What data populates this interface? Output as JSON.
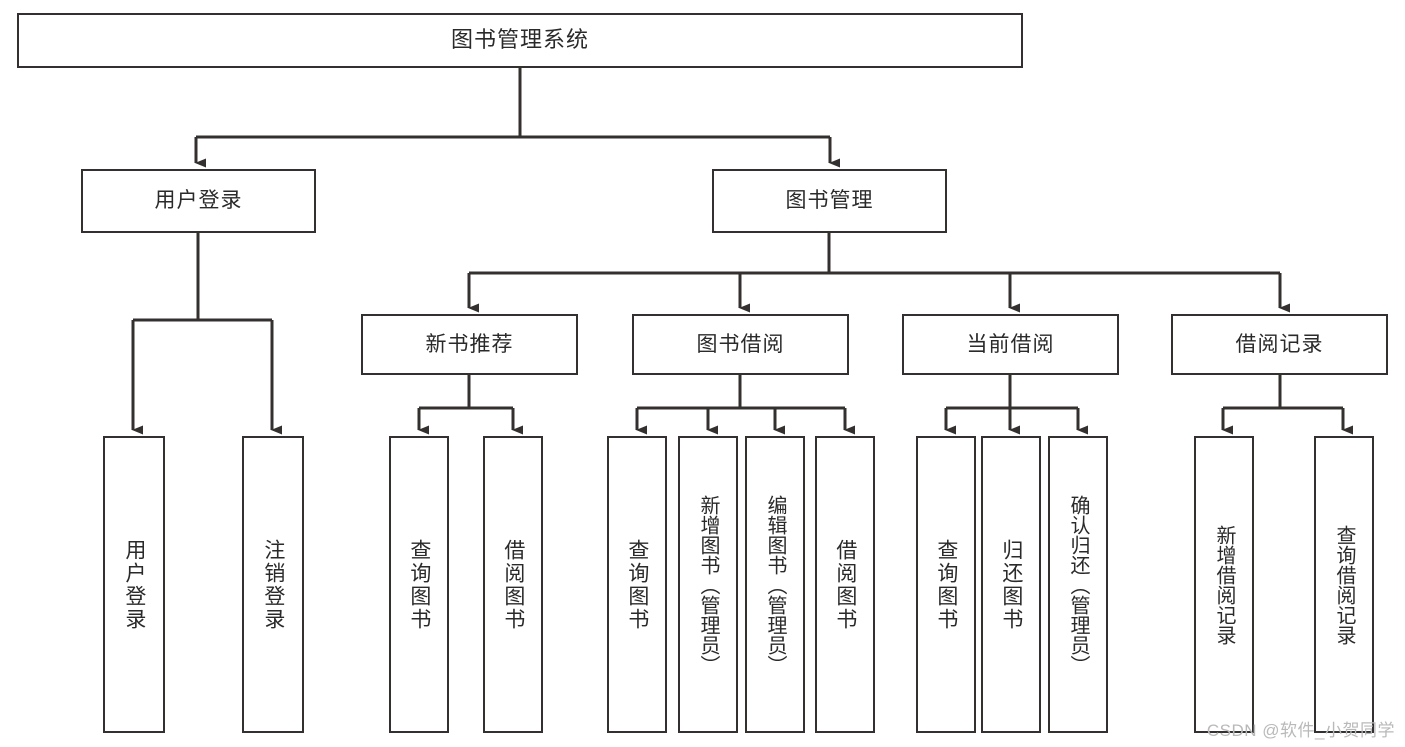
{
  "diagram": {
    "type": "tree",
    "title": "图书管理系统",
    "watermark": "CSDN @软件_小贺同学",
    "colors": {
      "stroke": "#33302f",
      "text": "#2a2a2a",
      "background": "#ffffff",
      "watermark": "#b9b9b9"
    },
    "nodes": {
      "root": {
        "label": "图书管理系统"
      },
      "level2": [
        {
          "id": "user-login",
          "label": "用户登录"
        },
        {
          "id": "book-manage",
          "label": "图书管理"
        }
      ],
      "level3": [
        {
          "id": "new-book-recommend",
          "label": "新书推荐"
        },
        {
          "id": "book-borrow",
          "label": "图书借阅"
        },
        {
          "id": "current-borrow",
          "label": "当前借阅"
        },
        {
          "id": "borrow-record",
          "label": "借阅记录"
        }
      ],
      "leaves": [
        {
          "id": "leaf-user-login",
          "label": "用户登录",
          "parent": "user-login"
        },
        {
          "id": "leaf-user-logout",
          "label": "注销登录",
          "parent": "user-login"
        },
        {
          "id": "leaf-query-book-1",
          "label": "查询图书",
          "parent": "new-book-recommend"
        },
        {
          "id": "leaf-borrow-book-1",
          "label": "借阅图书",
          "parent": "new-book-recommend"
        },
        {
          "id": "leaf-query-book-2",
          "label": "查询图书",
          "parent": "book-borrow"
        },
        {
          "id": "leaf-add-book",
          "label": "新增图书（管理员）",
          "parent": "book-borrow"
        },
        {
          "id": "leaf-edit-book",
          "label": "编辑图书（管理员）",
          "parent": "book-borrow"
        },
        {
          "id": "leaf-borrow-book-2",
          "label": "借阅图书",
          "parent": "book-borrow"
        },
        {
          "id": "leaf-query-book-3",
          "label": "查询图书",
          "parent": "current-borrow"
        },
        {
          "id": "leaf-return-book",
          "label": "归还图书",
          "parent": "current-borrow"
        },
        {
          "id": "leaf-confirm-return",
          "label": "确认归还（管理员）",
          "parent": "current-borrow"
        },
        {
          "id": "leaf-add-record",
          "label": "新增借阅记录",
          "parent": "borrow-record"
        },
        {
          "id": "leaf-query-record",
          "label": "查询借阅记录",
          "parent": "borrow-record"
        }
      ]
    }
  }
}
